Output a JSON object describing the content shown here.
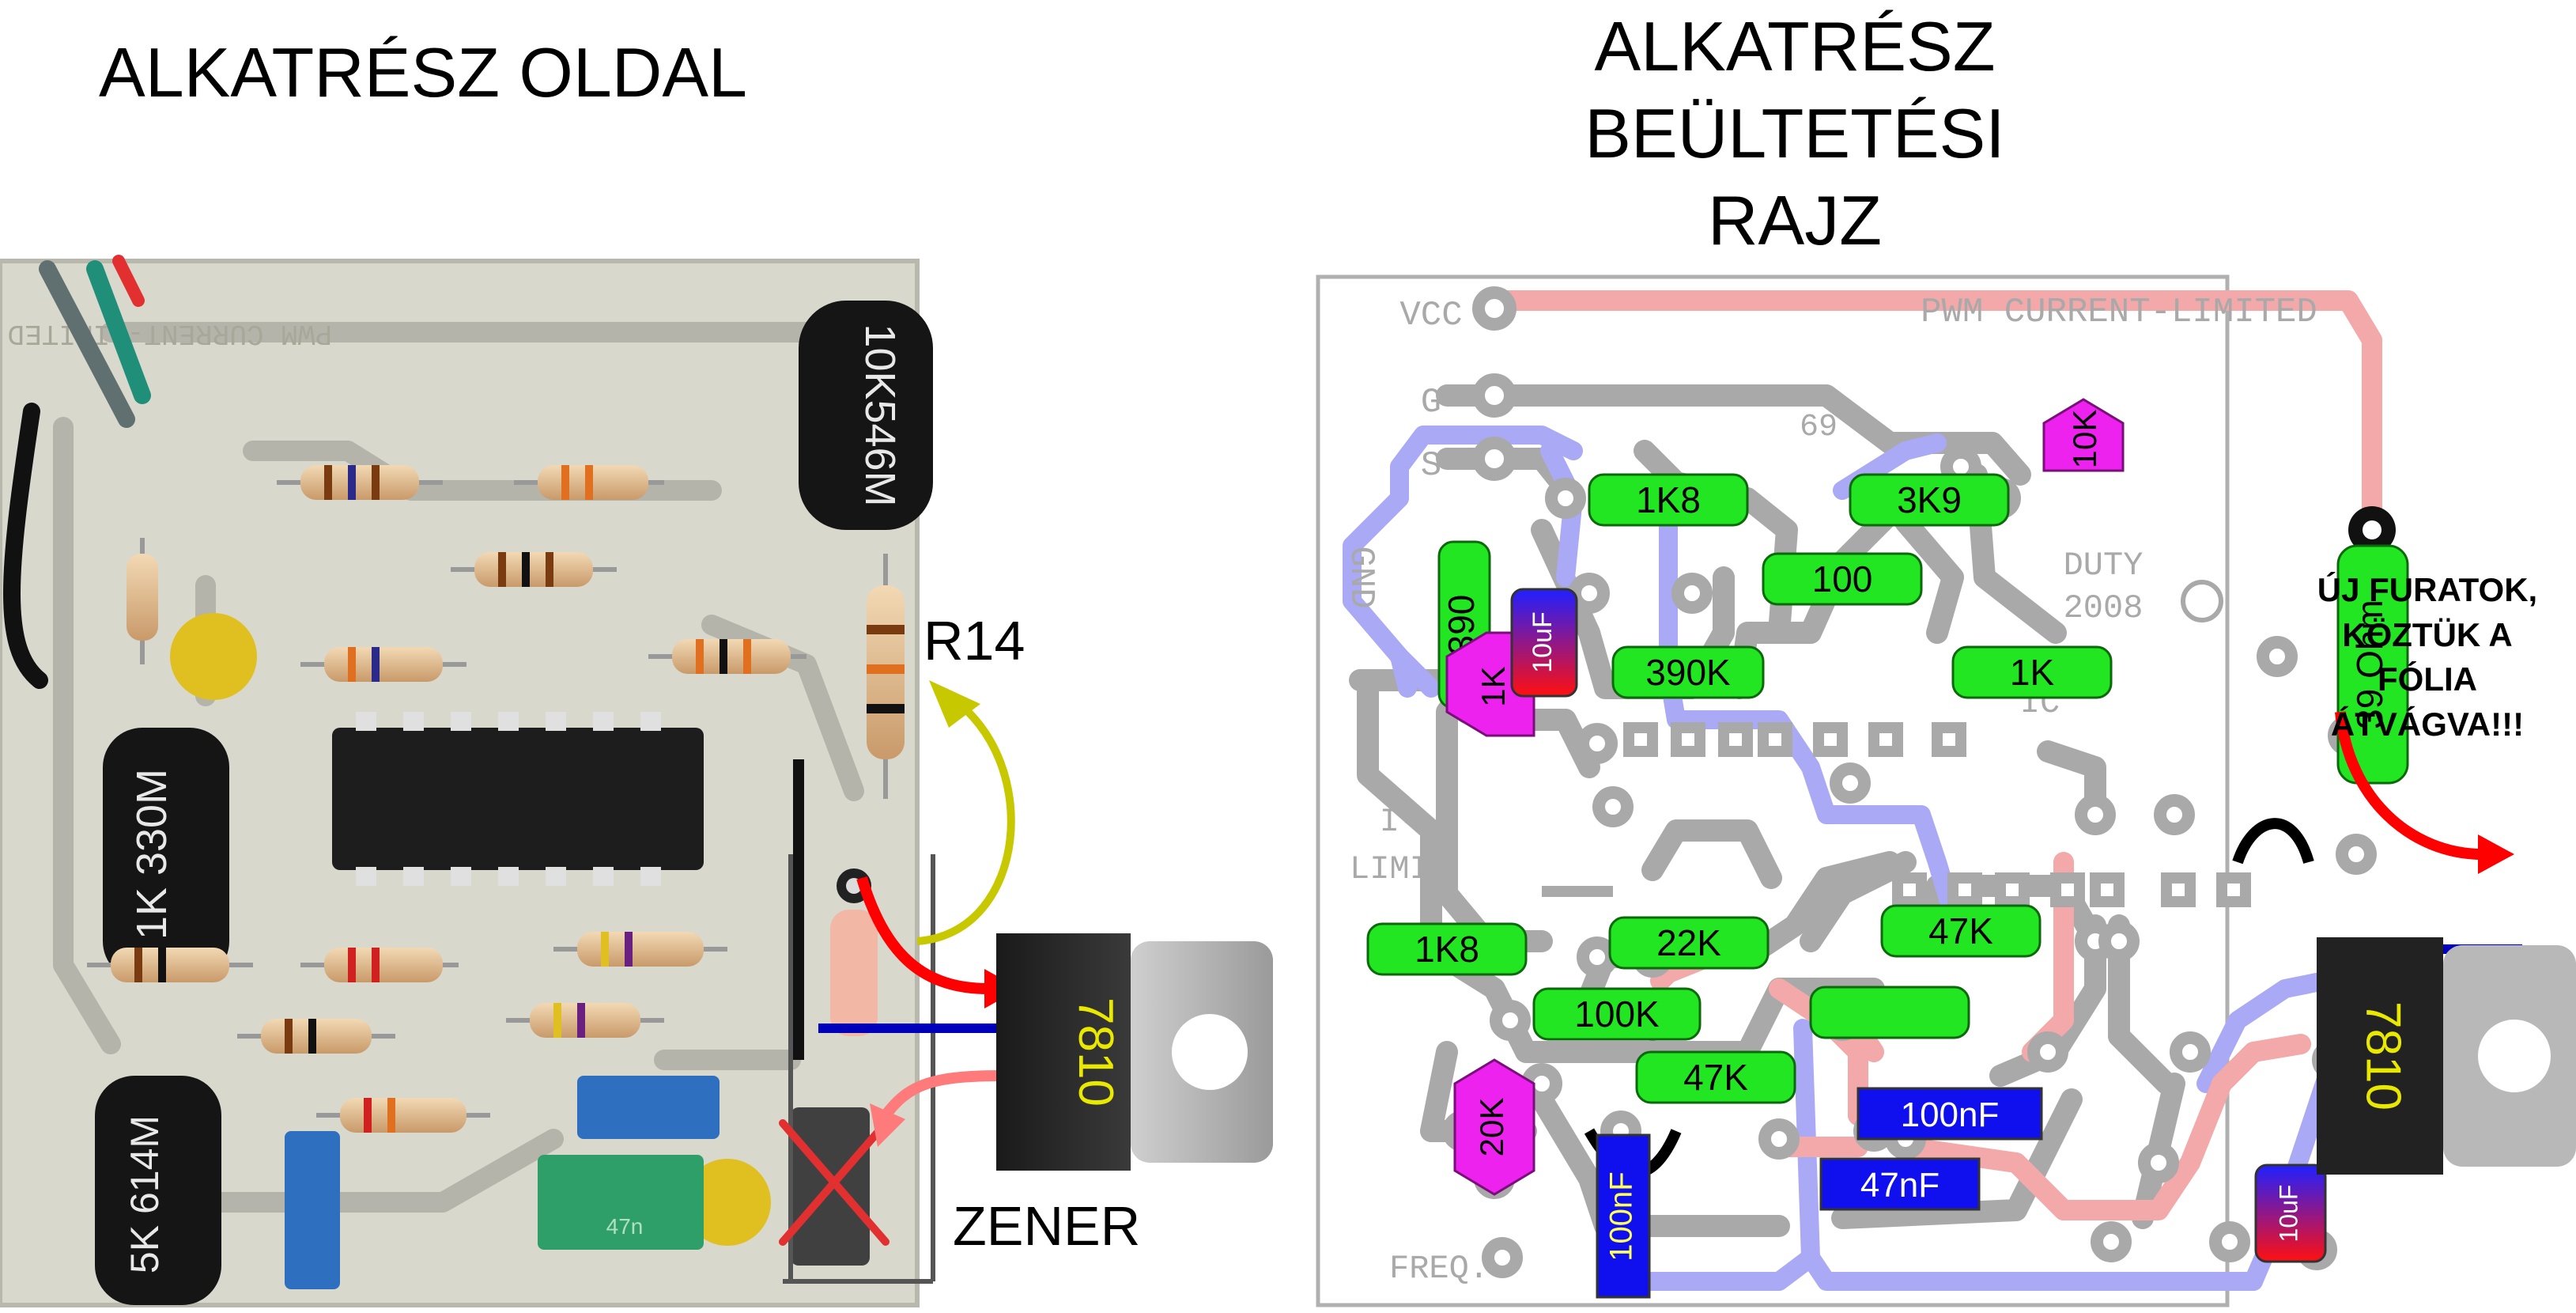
{
  "left_title": "ALKATRÉSZ OLDAL",
  "right_title": [
    "ALKATRÉSZ",
    "BEÜLTETÉSI",
    "RAJZ"
  ],
  "photo": {
    "silkscreen": "PWM CURRENT-LIMITED",
    "trimmer_top": "10K546M",
    "trimmer_mid": "1K 330M",
    "trimmer_low": "5K 614M",
    "cap_label": "47n",
    "r14_label": "R14",
    "zener_label": "ZENER"
  },
  "regulator_label": "7810",
  "diagram": {
    "silkscreen_title": "PWM CURRENT-LIMITED",
    "pin_vcc": "VCC",
    "pin_g": "G",
    "pin_s": "S",
    "pin_gnd": "GND",
    "text_69": "69",
    "text_duty": "DUTY",
    "text_2008": "2008",
    "text_ic": "IC",
    "text_ilimit_1": "I-",
    "text_ilimit_2": "LIMIT",
    "text_freq": "FREQ.",
    "resistors": {
      "r_1k8_top": "1K8",
      "r_3k9": "3K9",
      "r_100": "100",
      "r_390": "390",
      "r_390k": "390K",
      "r_1k": "1K",
      "r_39ohm": "39 Ohm",
      "r_1k8_bottom": "1K8",
      "r_22k": "22K",
      "r_47k_right": "47K",
      "r_100k": "100K",
      "r_blank": "",
      "r_47k_bottom": "47K"
    },
    "trimmers": {
      "t_10k": "10K",
      "t_1k": "1K",
      "t_20k": "20K"
    },
    "capacitors": {
      "c_10uf_left": "10uF",
      "c_10uf_right": "10uF",
      "c_100nf_h": "100nF",
      "c_47nf": "47nF",
      "c_100nf_v": "100nF"
    }
  },
  "note": [
    "ÚJ FURATOK,",
    "KÖZTÜK A",
    "FÓLIA",
    "ÁTVÁGVA!!!"
  ],
  "colors": {
    "resistor_green": "#22e622",
    "trimmer_magenta": "#ee22ee",
    "capacitor_blue": "#1010ee",
    "arrow_red": "#ff0000",
    "arrow_pink": "#ff7a7a",
    "arrow_olive": "#c8c800",
    "wire_blue": "#0000bb",
    "trace_gray": "#a9a9a9",
    "trace_blue": "#a9a9f5",
    "trace_pink": "#f3a9a9"
  }
}
